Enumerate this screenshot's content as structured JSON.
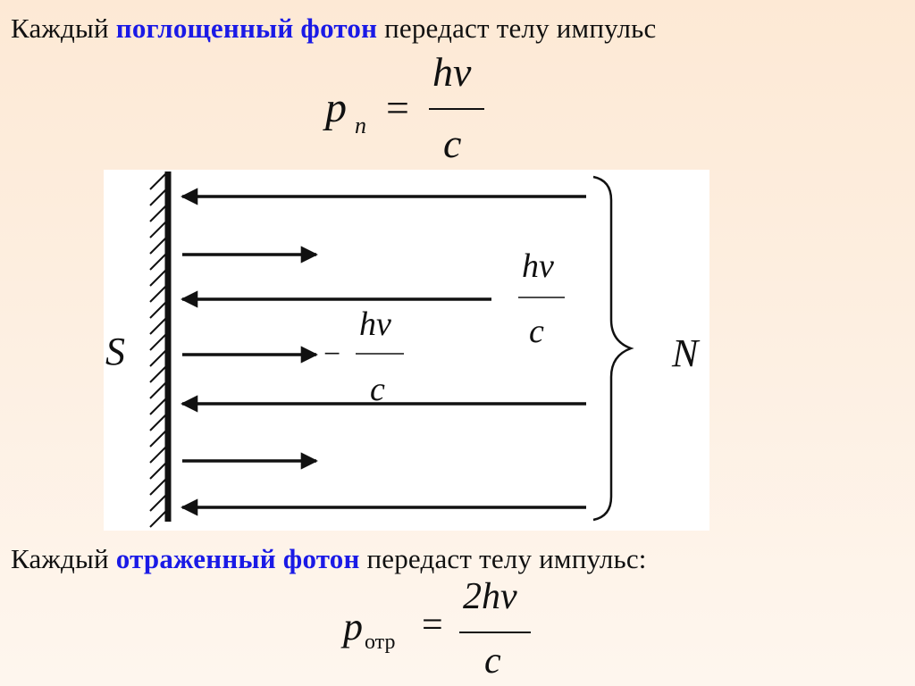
{
  "top_text": {
    "prefix": "Каждый",
    "highlight": "поглощенный фотон",
    "suffix": "передаст телу импульс"
  },
  "formula_absorbed": {
    "lhs": "p",
    "lhs_sub": "n",
    "equals": "=",
    "numerator": "hν",
    "denominator": "c"
  },
  "diagram": {
    "surface_label": "S",
    "count_label": "N",
    "incident_fraction": {
      "numerator": "hν",
      "denominator": "c"
    },
    "reflected_fraction": {
      "sign": "−",
      "numerator": "hν",
      "denominator": "c"
    },
    "arrow_directions": [
      "left",
      "right",
      "left",
      "right",
      "left",
      "right",
      "left"
    ]
  },
  "bottom_text": {
    "prefix": "Каждый",
    "highlight": "отраженный фотон",
    "suffix": "передаст телу импульс:"
  },
  "formula_reflected": {
    "lhs": "p",
    "lhs_sub": "отр",
    "equals": "=",
    "numerator": "2hν",
    "denominator": "c"
  }
}
